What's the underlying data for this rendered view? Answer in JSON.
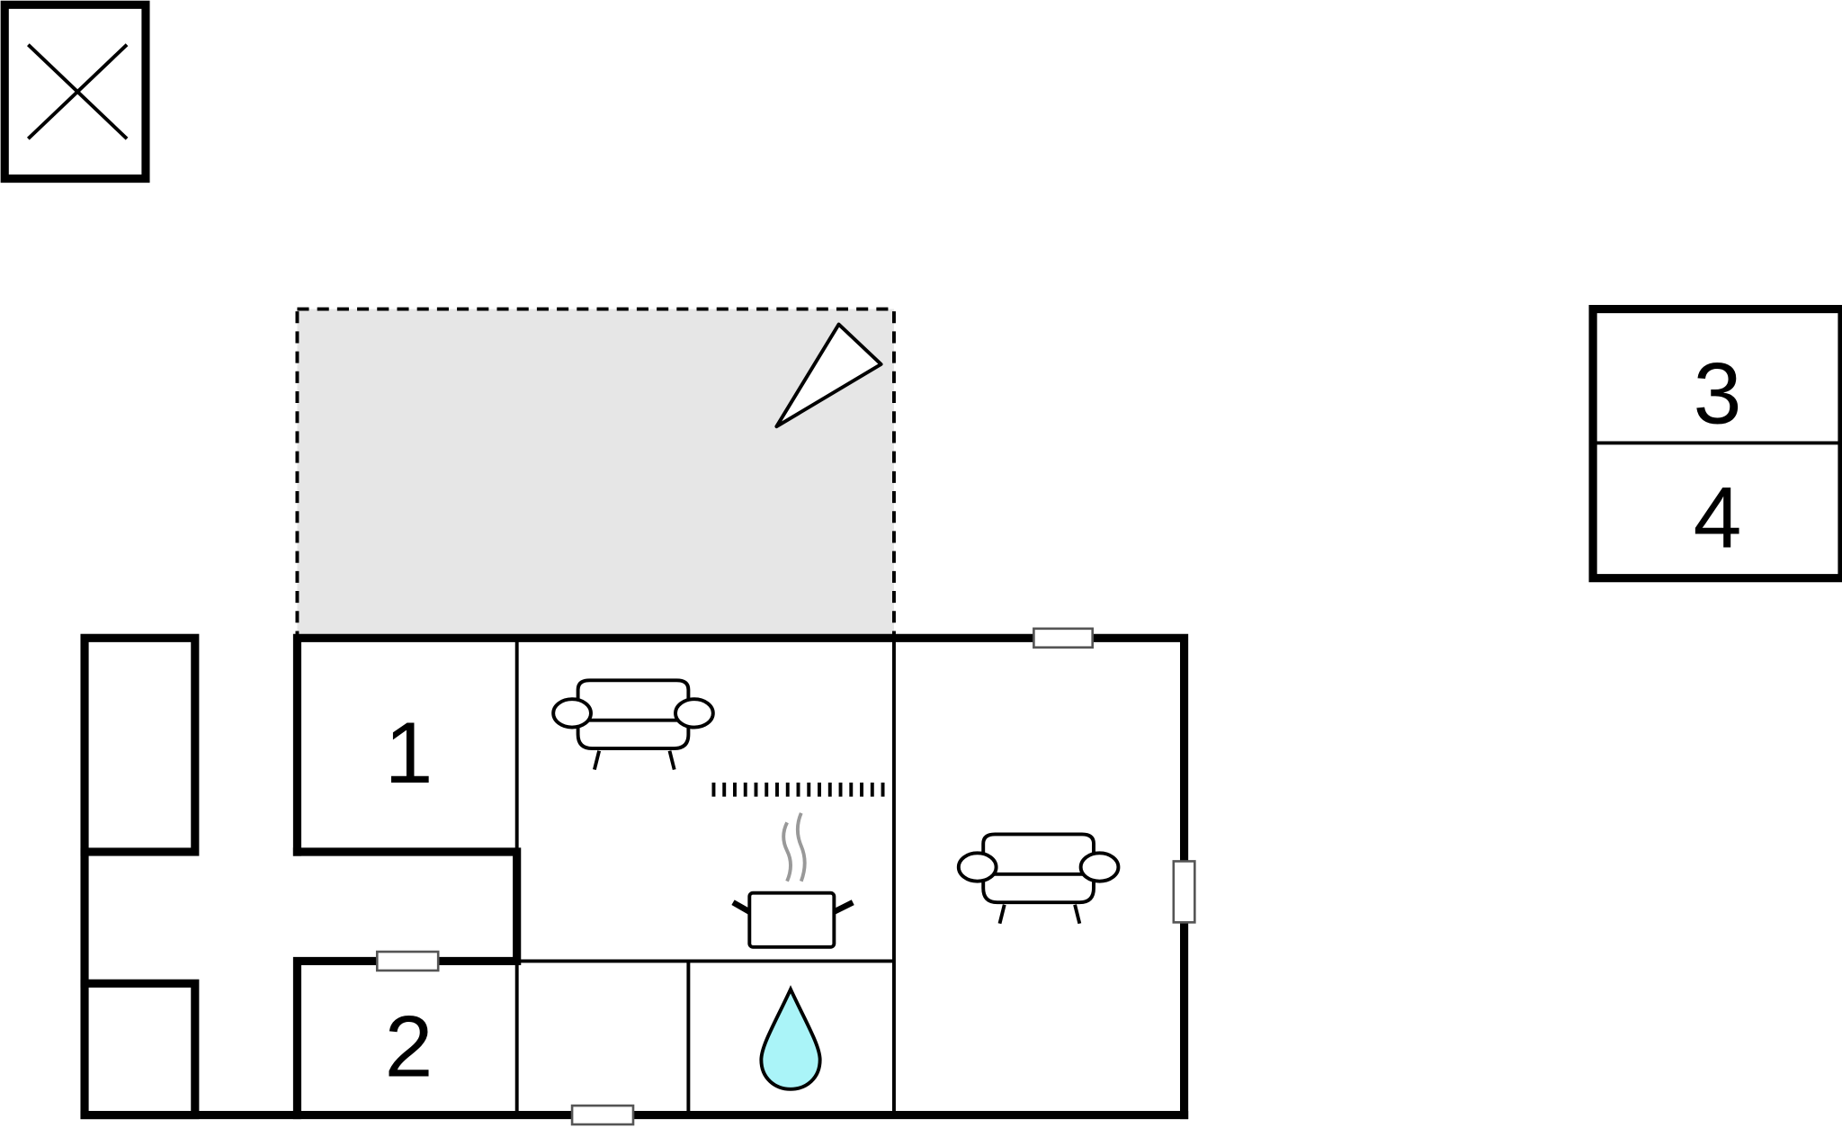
{
  "floorplan": {
    "rooms": [
      {
        "label": "1"
      },
      {
        "label": "2"
      }
    ],
    "legend_box": {
      "upper": "3",
      "lower": "4"
    },
    "icons": [
      "close-box-icon",
      "compass-north-icon",
      "sofa-icon",
      "kitchen-pot-icon",
      "water-drop-icon",
      "window-icon"
    ],
    "colors": {
      "terrace": "#e6e6e6",
      "water": "#aaf4f8",
      "wall": "#000000"
    }
  }
}
